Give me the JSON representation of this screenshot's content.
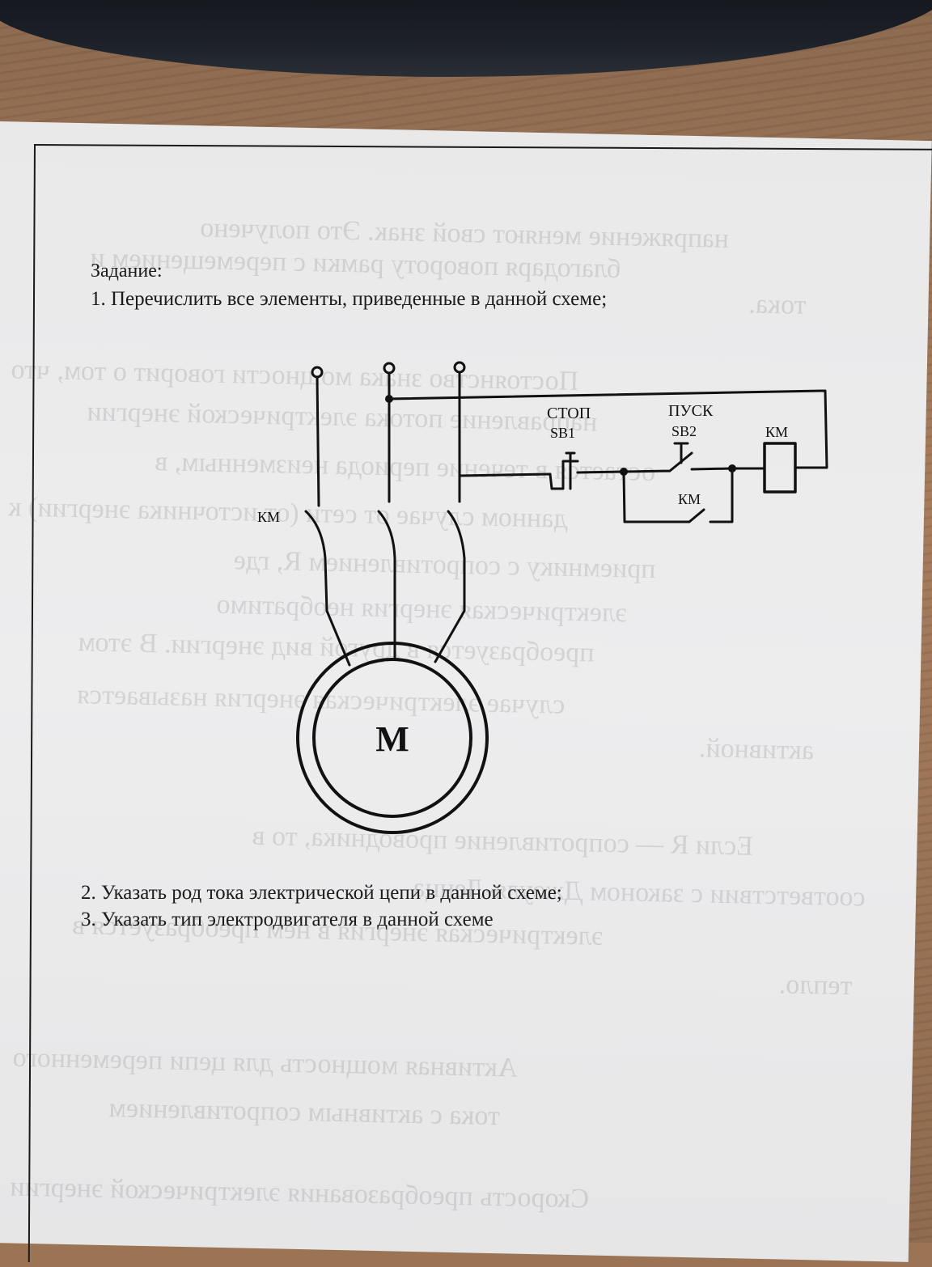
{
  "task": {
    "heading": "Задание:",
    "item1": "1. Перечислить все элементы, приведенные в данной схеме;",
    "item2": "2. Указать род тока электрической цепи в данной схеме;",
    "item3": "3. Указать тип электродвигателя в данной схеме"
  },
  "diagram": {
    "stop_label": "СТОП",
    "sb1_label": "SB1",
    "start_label": "ПУСК",
    "sb2_label": "SB2",
    "km_coil_label": "КМ",
    "km_hold_label": "КМ",
    "km_main_label": "КМ",
    "motor_label": "М"
  },
  "bleed_through": [
    "напряжение меняют свой знак. Это получено",
    "благодаря повороту рамки с перемещением и",
    "тока.",
    "Постоянство знака мощности говорит о том, что",
    "направление потока электрической энергии",
    "остается в течение периода неизменным, в",
    "данном случае от сети (от источника энергии) к",
    "приемнику с сопротивлением R, где",
    "электрическая энергия необратимо",
    "преобразуется в другой вид энергии. В этом",
    "случае электрическая энергия называется",
    "активной.",
    "Если R — сопротивление проводника, то в",
    "соответствии с законом Джоуля-Ленца",
    "электрическая энергия в нем преобразуется в",
    "тепло.",
    "Активная мощность для цепи переменного",
    "тока с активным сопротивлением",
    "Скорость преобразования электрической энергии"
  ],
  "colors": {
    "ink": "#111111",
    "paper": "#ececed",
    "wood": "#9a7455"
  }
}
